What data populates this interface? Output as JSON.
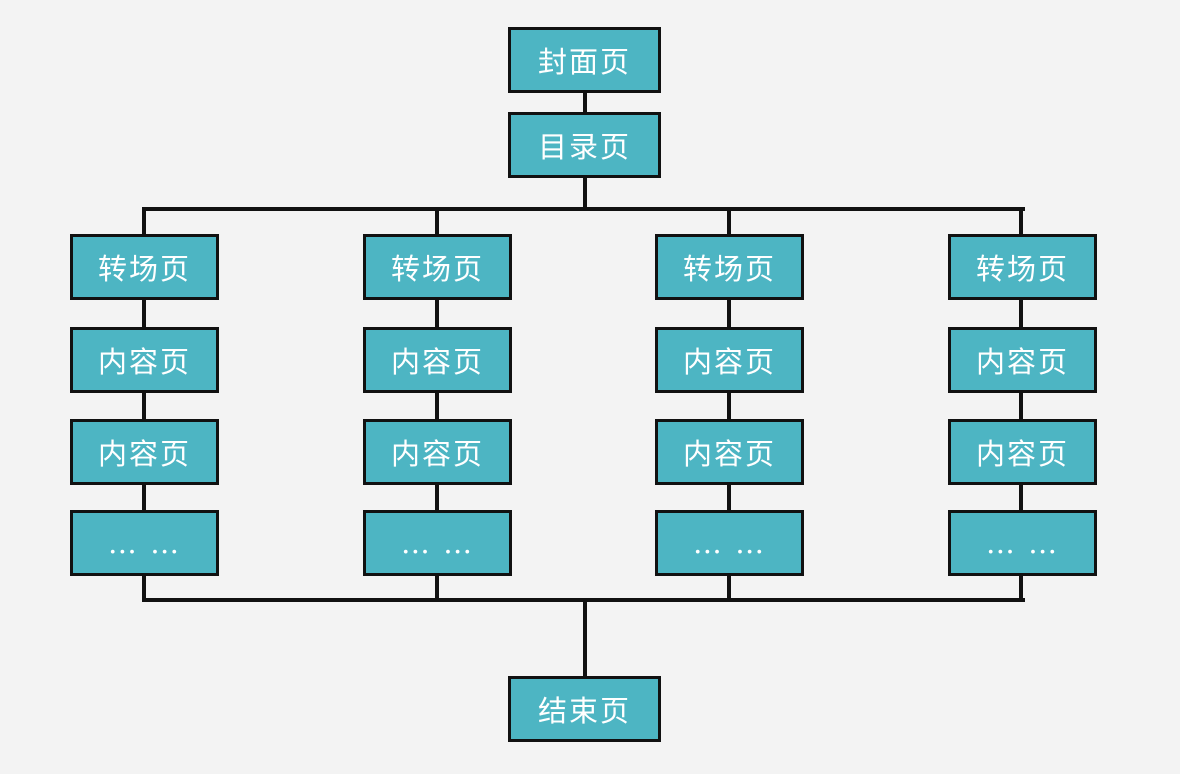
{
  "diagram": {
    "type": "flowchart",
    "colors": {
      "background": "#f3f3f3",
      "node_fill": "#4db5c3",
      "node_border": "#111111",
      "node_text": "#ffffff",
      "connector": "#111111"
    },
    "top_nodes": [
      {
        "id": "cover",
        "label": "封面页"
      },
      {
        "id": "toc",
        "label": "目录页"
      }
    ],
    "columns": [
      {
        "nodes": [
          {
            "label": "转场页"
          },
          {
            "label": "内容页"
          },
          {
            "label": "内容页"
          },
          {
            "label": "… …"
          }
        ]
      },
      {
        "nodes": [
          {
            "label": "转场页"
          },
          {
            "label": "内容页"
          },
          {
            "label": "内容页"
          },
          {
            "label": "… …"
          }
        ]
      },
      {
        "nodes": [
          {
            "label": "转场页"
          },
          {
            "label": "内容页"
          },
          {
            "label": "内容页"
          },
          {
            "label": "… …"
          }
        ]
      },
      {
        "nodes": [
          {
            "label": "转场页"
          },
          {
            "label": "内容页"
          },
          {
            "label": "内容页"
          },
          {
            "label": "… …"
          }
        ]
      }
    ],
    "end_node": {
      "id": "end",
      "label": "结束页"
    }
  }
}
